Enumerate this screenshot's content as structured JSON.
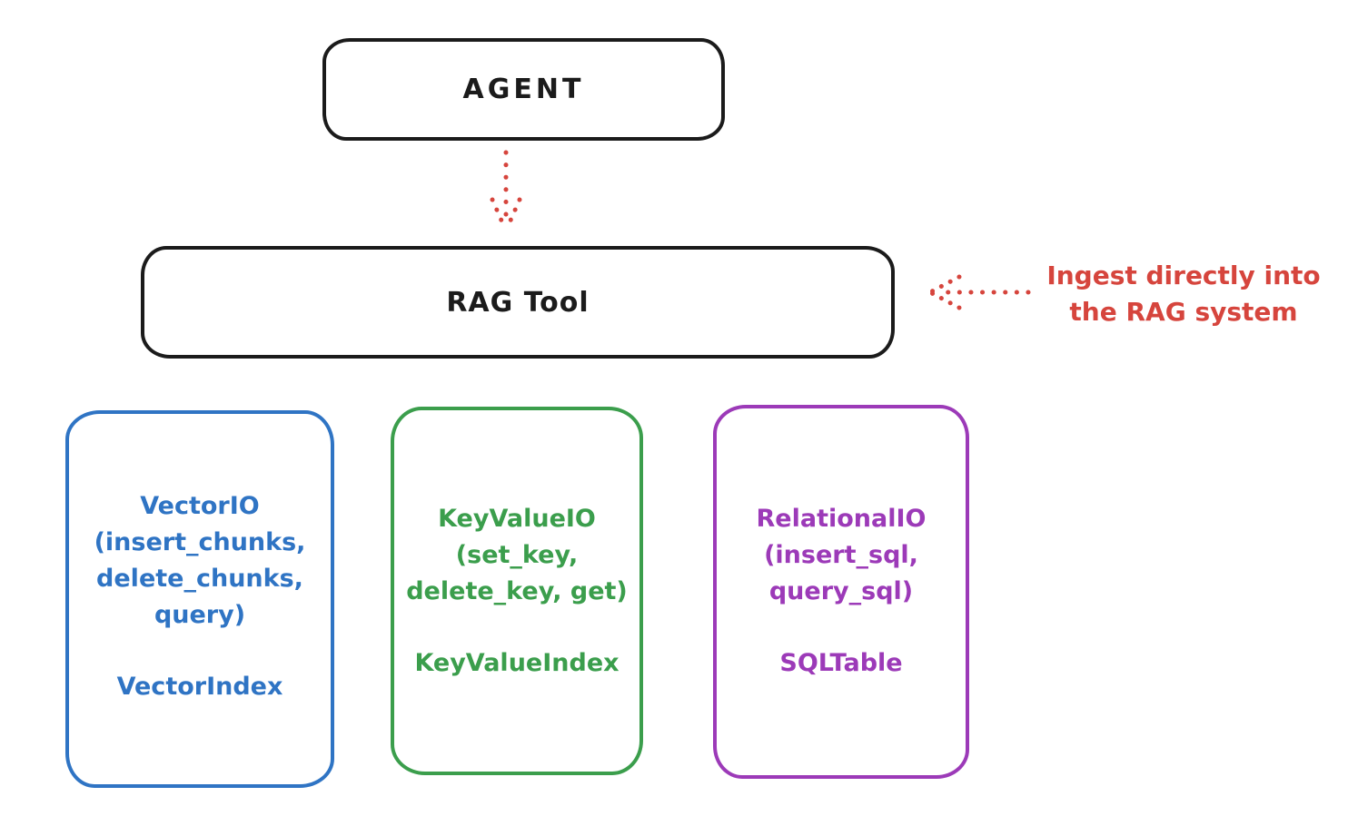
{
  "colors": {
    "ink_black": "#1b1b1b",
    "arrow_red": "#d6453d",
    "vector_blue": "#2f74c4",
    "keyvalue_green": "#3b9e4c",
    "relational_purple": "#9c3ab8"
  },
  "nodes": {
    "agent": {
      "label": "AGENT"
    },
    "rag_tool": {
      "label": "RAG Tool"
    }
  },
  "annotation": {
    "line1": "Ingest directly into",
    "line2": "the RAG system"
  },
  "backends": [
    {
      "name": "vector-io",
      "color": "#2f74c4",
      "lines": [
        "VectorIO",
        "(insert_chunks,",
        "delete_chunks,",
        "query)"
      ],
      "index_label": "VectorIndex"
    },
    {
      "name": "keyvalue-io",
      "color": "#3b9e4c",
      "lines": [
        "KeyValueIO",
        "(set_key,",
        "delete_key, get)"
      ],
      "index_label": "KeyValueIndex"
    },
    {
      "name": "relational-io",
      "color": "#9c3ab8",
      "lines": [
        "RelationalIO",
        "(insert_sql,",
        "query_sql)"
      ],
      "index_label": "SQLTable"
    }
  ]
}
